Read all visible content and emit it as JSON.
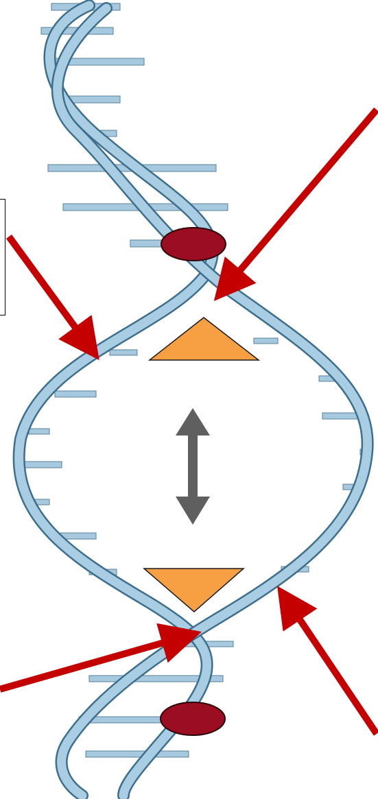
{
  "diagram": {
    "label_box_text": "",
    "colors": {
      "background": "#ffffff",
      "backbone": "#a9cde3",
      "backbone_edge": "#3d6f8d",
      "rung": "#a7c9df",
      "rung_edge": "#587f99",
      "marker_ellipse": "#9b0e22",
      "marker_triangle": "#f7a043",
      "callout_arrow": "#c40000",
      "double_arrow": "#5f5f5f"
    },
    "icons": [
      "dna-double-helix",
      "red-ellipse-marker",
      "orange-triangle-marker",
      "vertical-double-arrow",
      "red-callout-arrow"
    ]
  }
}
